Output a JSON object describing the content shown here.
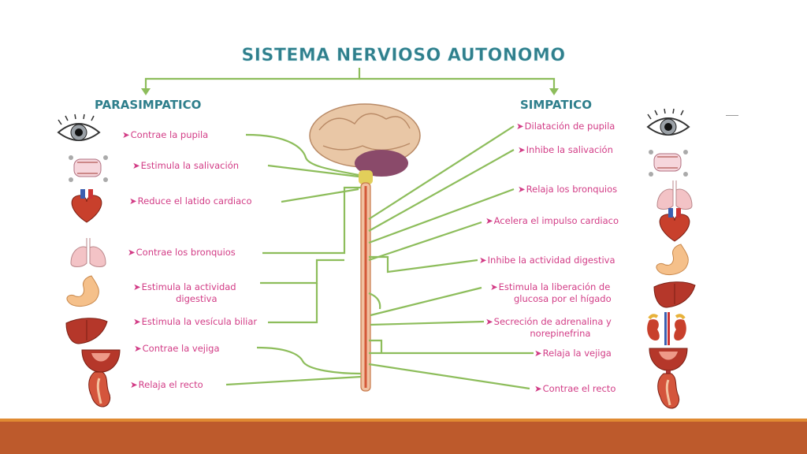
{
  "title": "SISTEMA NERVIOSO AUTONOMO",
  "headings": {
    "left": "PARASIMPATICO",
    "right": "SIMPATICO"
  },
  "arrow_glyph": "➤",
  "colors": {
    "title_fill": "#2f7f8c",
    "title_stroke": "#c7e6ec",
    "heading": "#2f7f8c",
    "connector": "#8dbd5b",
    "label": "#d23c86",
    "bottom_bar": "#bd5a2c",
    "bottom_line": "#e08a32"
  },
  "parasympathetic": [
    {
      "text": "Contrae la pupila",
      "organ": "eye-icon"
    },
    {
      "text": "Estimula la salivación",
      "organ": "salivary-gland-icon"
    },
    {
      "text": "Reduce el latido cardiaco",
      "organ": "heart-icon"
    },
    {
      "text": "Contrae los bronquios",
      "organ": "lungs-icon"
    },
    {
      "text": "Estimula la actividad\ndigestiva",
      "organ": "stomach-icon"
    },
    {
      "text": "Estimula la vesícula biliar",
      "organ": "liver-icon"
    },
    {
      "text": "Contrae la  vejiga",
      "organ": "bladder-icon"
    },
    {
      "text": "Relaja el recto",
      "organ": "rectum-icon"
    }
  ],
  "sympathetic": [
    {
      "text": "Dilatación de pupila",
      "organ": "eye-icon"
    },
    {
      "text": "Inhibe la salivación",
      "organ": "salivary-gland-icon"
    },
    {
      "text": "Relaja los bronquios",
      "organ": "lungs-icon"
    },
    {
      "text": "Acelera el impulso cardiaco",
      "organ": "heart-icon"
    },
    {
      "text": "Inhibe la actividad digestiva",
      "organ": "stomach-icon"
    },
    {
      "text": "Estimula la liberación de\nglucosa por el hígado",
      "organ": "liver-icon"
    },
    {
      "text": "Secreción de adrenalina y\nnorepinefrina",
      "organ": "kidneys-adrenal-icon"
    },
    {
      "text": "Relaja la vejiga",
      "organ": "bladder-icon"
    },
    {
      "text": "Contrae el recto",
      "organ": "rectum-icon"
    }
  ]
}
